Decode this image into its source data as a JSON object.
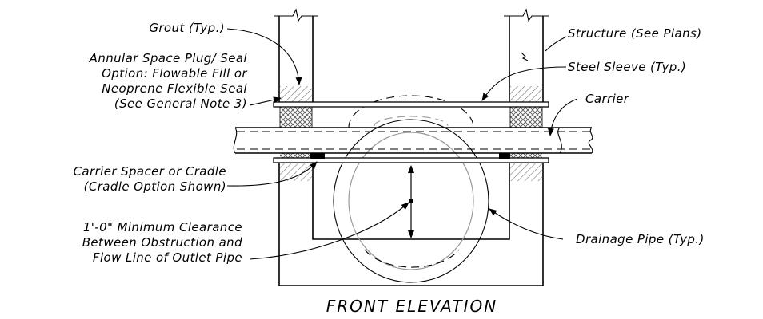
{
  "title": "FRONT ELEVATION",
  "labels": {
    "grout": "Grout (Typ.)",
    "annular_1": "Annular Space Plug/ Seal",
    "annular_2": "Option: Flowable Fill or",
    "annular_3": "Neoprene Flexible Seal",
    "annular_4": "(See General Note 3)",
    "spacer_1": "Carrier Spacer or Cradle",
    "spacer_2": "(Cradle Option Shown)",
    "clearance_1": "1'-0\" Minimum Clearance",
    "clearance_2": "Between Obstruction and",
    "clearance_3": "Flow Line of Outlet Pipe",
    "structure": "Structure (See Plans)",
    "steel_sleeve": "Steel Sleeve (Typ.)",
    "carrier": "Carrier",
    "drainage_pipe": "Drainage Pipe (Typ.)"
  }
}
